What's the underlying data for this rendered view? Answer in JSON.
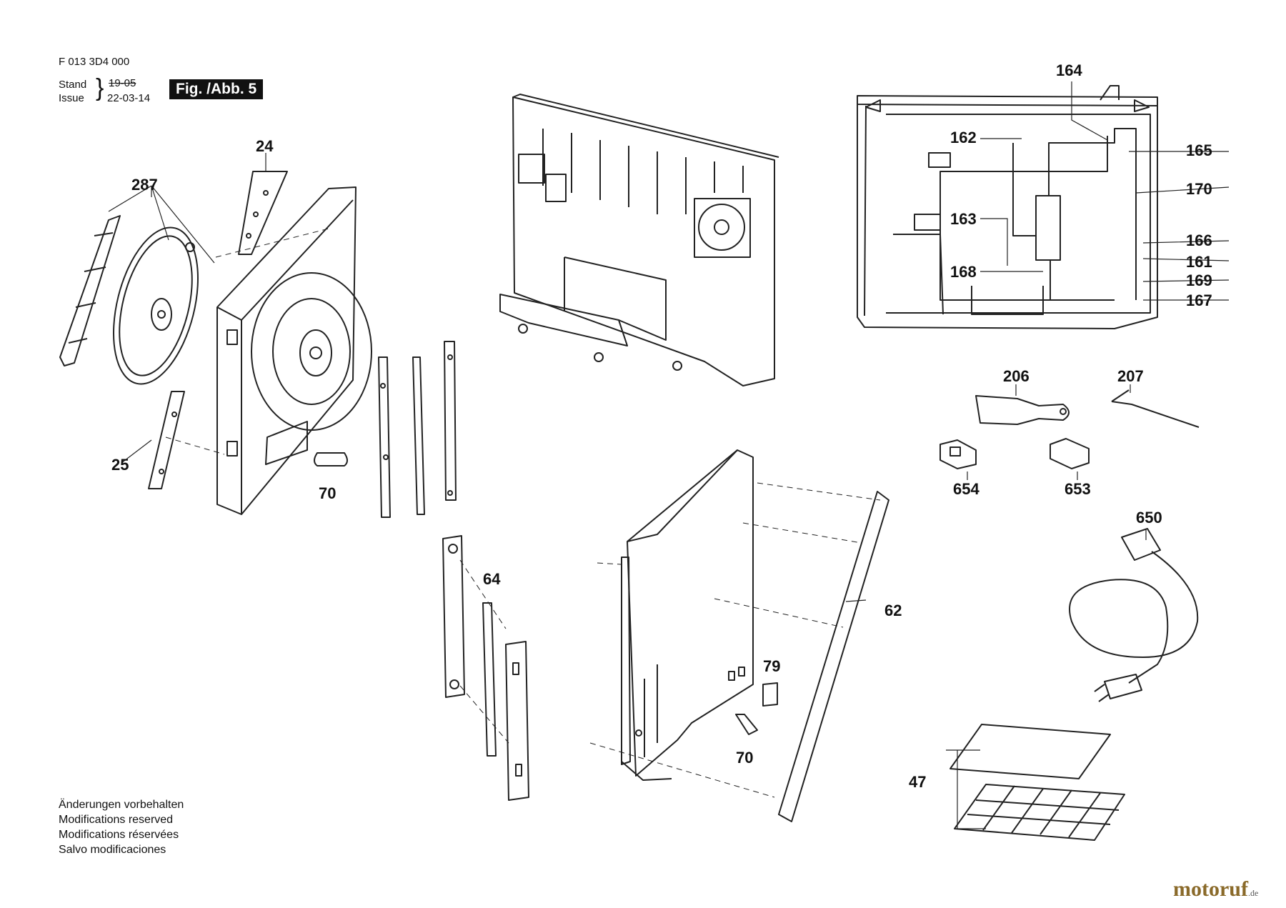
{
  "header": {
    "doc_number": "F 013 3D4 000",
    "stand_label": "Stand",
    "issue_label": "Issue",
    "brace": "}",
    "stand_value": "19-05",
    "issue_value": "22-03-14",
    "fig_label": "Fig. /Abb. 5"
  },
  "parts": [
    {
      "id": "24"
    },
    {
      "id": "287"
    },
    {
      "id": "25"
    },
    {
      "id": "70"
    },
    {
      "id": "64"
    },
    {
      "id": "62"
    },
    {
      "id": "79"
    },
    {
      "id": "164"
    },
    {
      "id": "162"
    },
    {
      "id": "165"
    },
    {
      "id": "170"
    },
    {
      "id": "163"
    },
    {
      "id": "166"
    },
    {
      "id": "161"
    },
    {
      "id": "168"
    },
    {
      "id": "169"
    },
    {
      "id": "167"
    },
    {
      "id": "206"
    },
    {
      "id": "207"
    },
    {
      "id": "654"
    },
    {
      "id": "653"
    },
    {
      "id": "650"
    },
    {
      "id": "47"
    }
  ],
  "notes": [
    "Änderungen vorbehalten",
    "Modifications reserved",
    "Modifications réservées",
    "Salvo modificaciones"
  ],
  "brand": {
    "name": "motoruf",
    "suffix": ".de",
    "color": "#8a6a2a"
  }
}
